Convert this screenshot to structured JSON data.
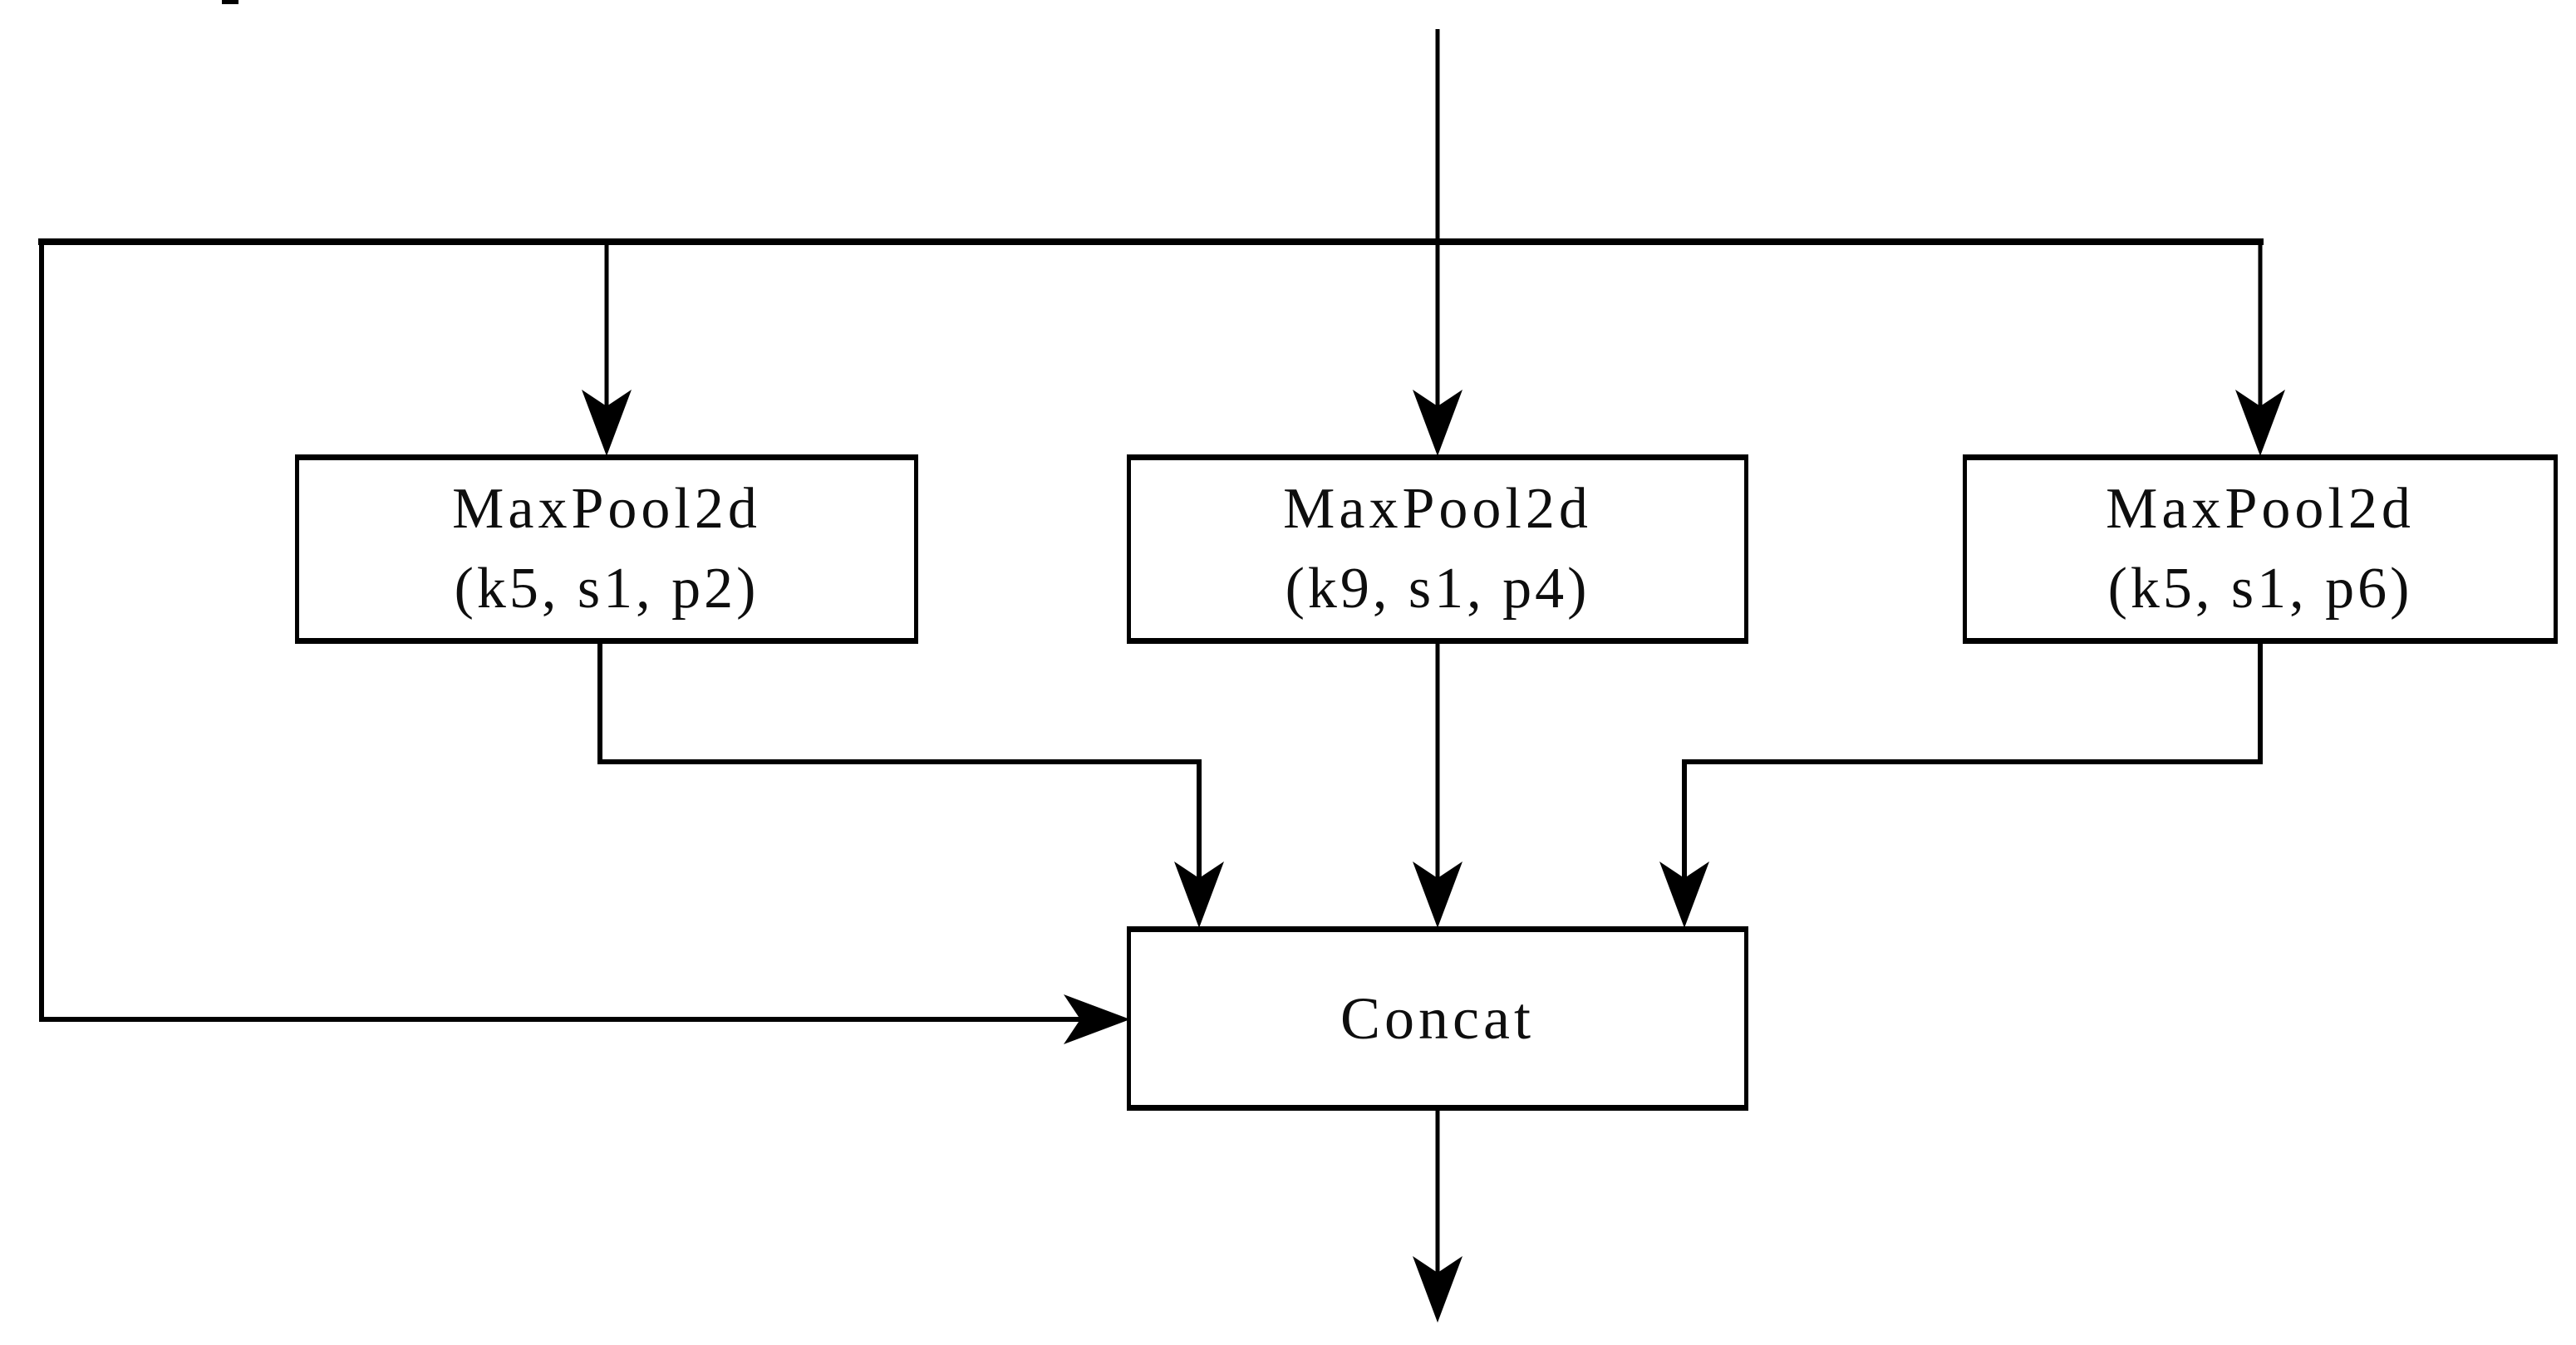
{
  "figure": {
    "background_color": "#ffffff",
    "line_color": "#000000",
    "text_color": "#0e0e0e"
  },
  "nodes": {
    "maxpool_left": {
      "title": "MaxPool2d",
      "params": "(k5, s1, p2)"
    },
    "maxpool_mid": {
      "title": "MaxPool2d",
      "params": "(k9, s1, p4)"
    },
    "maxpool_right": {
      "title": "MaxPool2d",
      "params": "(k5, s1, p6)"
    },
    "concat": {
      "title": "Concat"
    }
  },
  "edges": [
    {
      "from": "input",
      "to": "maxpool_left"
    },
    {
      "from": "input",
      "to": "maxpool_mid"
    },
    {
      "from": "input",
      "to": "maxpool_right"
    },
    {
      "from": "input",
      "to": "concat"
    },
    {
      "from": "maxpool_left",
      "to": "concat"
    },
    {
      "from": "maxpool_mid",
      "to": "concat"
    },
    {
      "from": "maxpool_right",
      "to": "concat"
    },
    {
      "from": "concat",
      "to": "output"
    }
  ]
}
